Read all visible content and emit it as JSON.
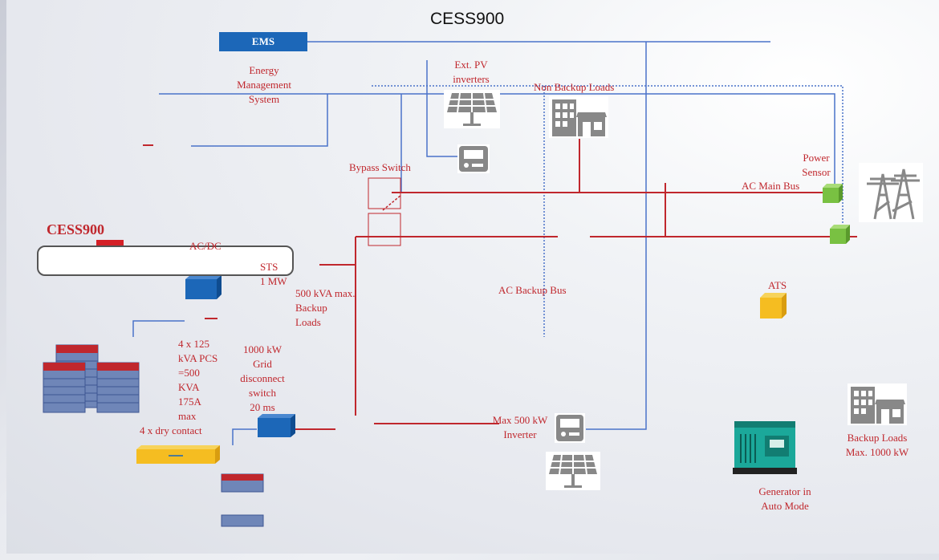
{
  "title": "CESS900",
  "ems": {
    "label": "EMS",
    "description": "Energy\nManagement\nSystem"
  },
  "cess": {
    "label": "CESS900",
    "acdc": "AC/DC",
    "sts": "STS\n1 MW"
  },
  "labels": {
    "ext_pv": "Ext. PV\ninverters",
    "non_backup": "Non Backup Loads",
    "bypass": "Bypass Switch",
    "power_sensor": "Power\nSensor",
    "ac_main_bus": "AC Main Bus",
    "backup_500": "500 kVA max.\nBackup\nLoads",
    "ac_backup_bus": "AC Backup Bus",
    "ats": "ATS",
    "pcs": "4 x 125\nkVA PCS\n=500\nKVA\n175A\nmax",
    "dry_contact": "4 x dry contact",
    "grid_switch": "1000 kW\nGrid\ndisconnect\nswitch\n20 ms",
    "inverter": "Max 500 kW\nInverter",
    "backup_loads": "Backup Loads\nMax. 1000 kW",
    "generator": "Generator in\nAuto Mode"
  },
  "colors": {
    "power": "#c0272d",
    "signal": "#4a73c9",
    "ems": "#1c67b8",
    "battery_top": "#c0272d",
    "battery_body": "#6f86b8",
    "sensor": "#79c142",
    "ats": "#f5bd21"
  }
}
